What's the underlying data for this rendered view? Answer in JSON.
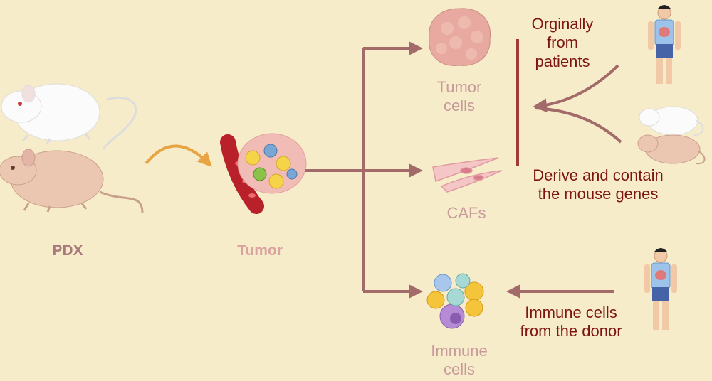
{
  "labels": {
    "pdx": "PDX",
    "tumor": "Tumor",
    "tumor_cells": [
      "Tumor",
      "cells"
    ],
    "cafs": "CAFs",
    "immune_cells": [
      "Immune",
      "cells"
    ],
    "originally": [
      "Orginally",
      "from",
      "patients"
    ],
    "derive": [
      "Derive and contain",
      "the mouse genes"
    ],
    "donor": [
      "Immune cells",
      "from the donor"
    ]
  },
  "colors": {
    "background": "#f7ecc9",
    "arrow": "#a36a6a",
    "dark_text": "#7e1515",
    "orange_arrow": "#e8a343"
  },
  "icons": [
    "white-mouse-icon",
    "nude-mouse-icon",
    "tumor-blood-vessel-icon",
    "tumor-cell-cluster-icon",
    "fibroblast-icon",
    "immune-cells-icon",
    "human-patient-icon",
    "human-donor-icon"
  ]
}
